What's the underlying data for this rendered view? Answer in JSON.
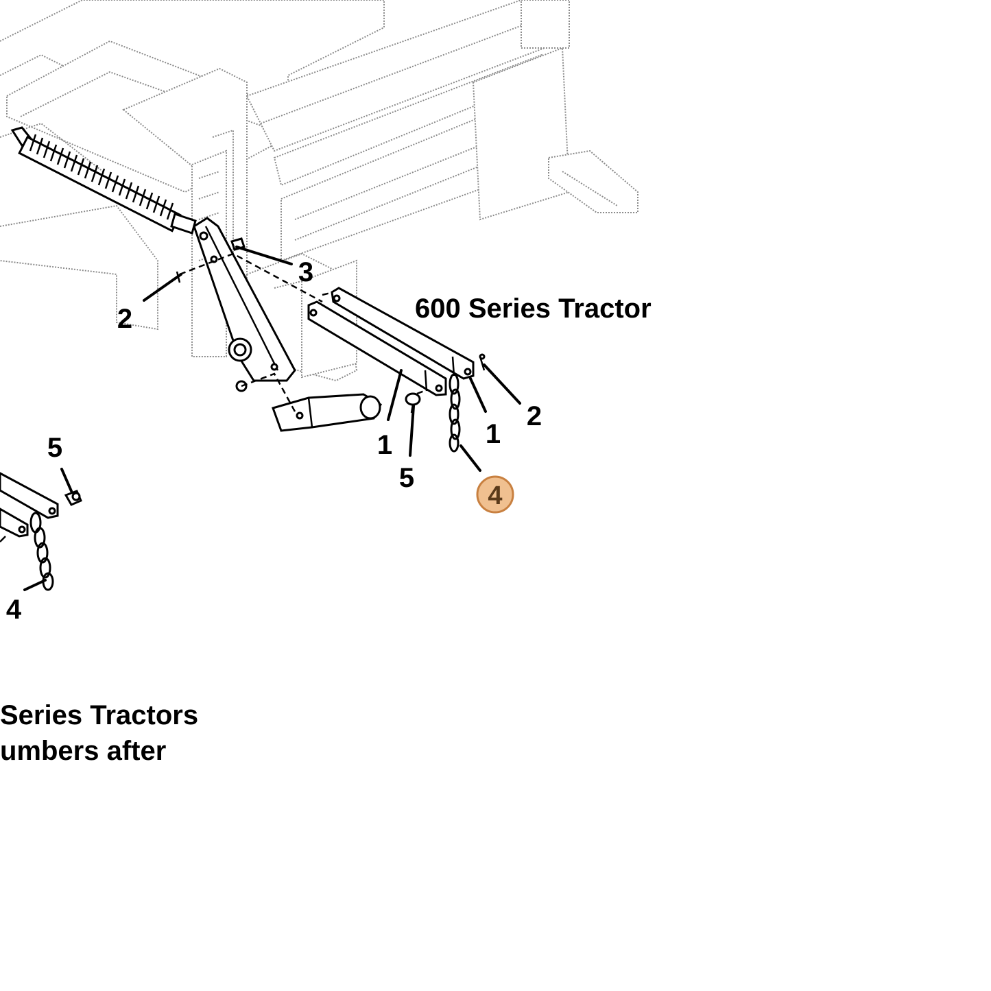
{
  "diagram": {
    "title_right": "600 Series Tractor",
    "caption_left_line1": "Series Tractors",
    "caption_left_line2": "umbers  after",
    "callouts": {
      "c1a": "1",
      "c1b": "1",
      "c2a": "2",
      "c2b": "2",
      "c3": "3",
      "c4_highlighted": "4",
      "c4_left": "4",
      "c5a": "5",
      "c5_left": "5"
    },
    "highlight_color": "#f0c090",
    "highlight_border": "#c88040"
  }
}
